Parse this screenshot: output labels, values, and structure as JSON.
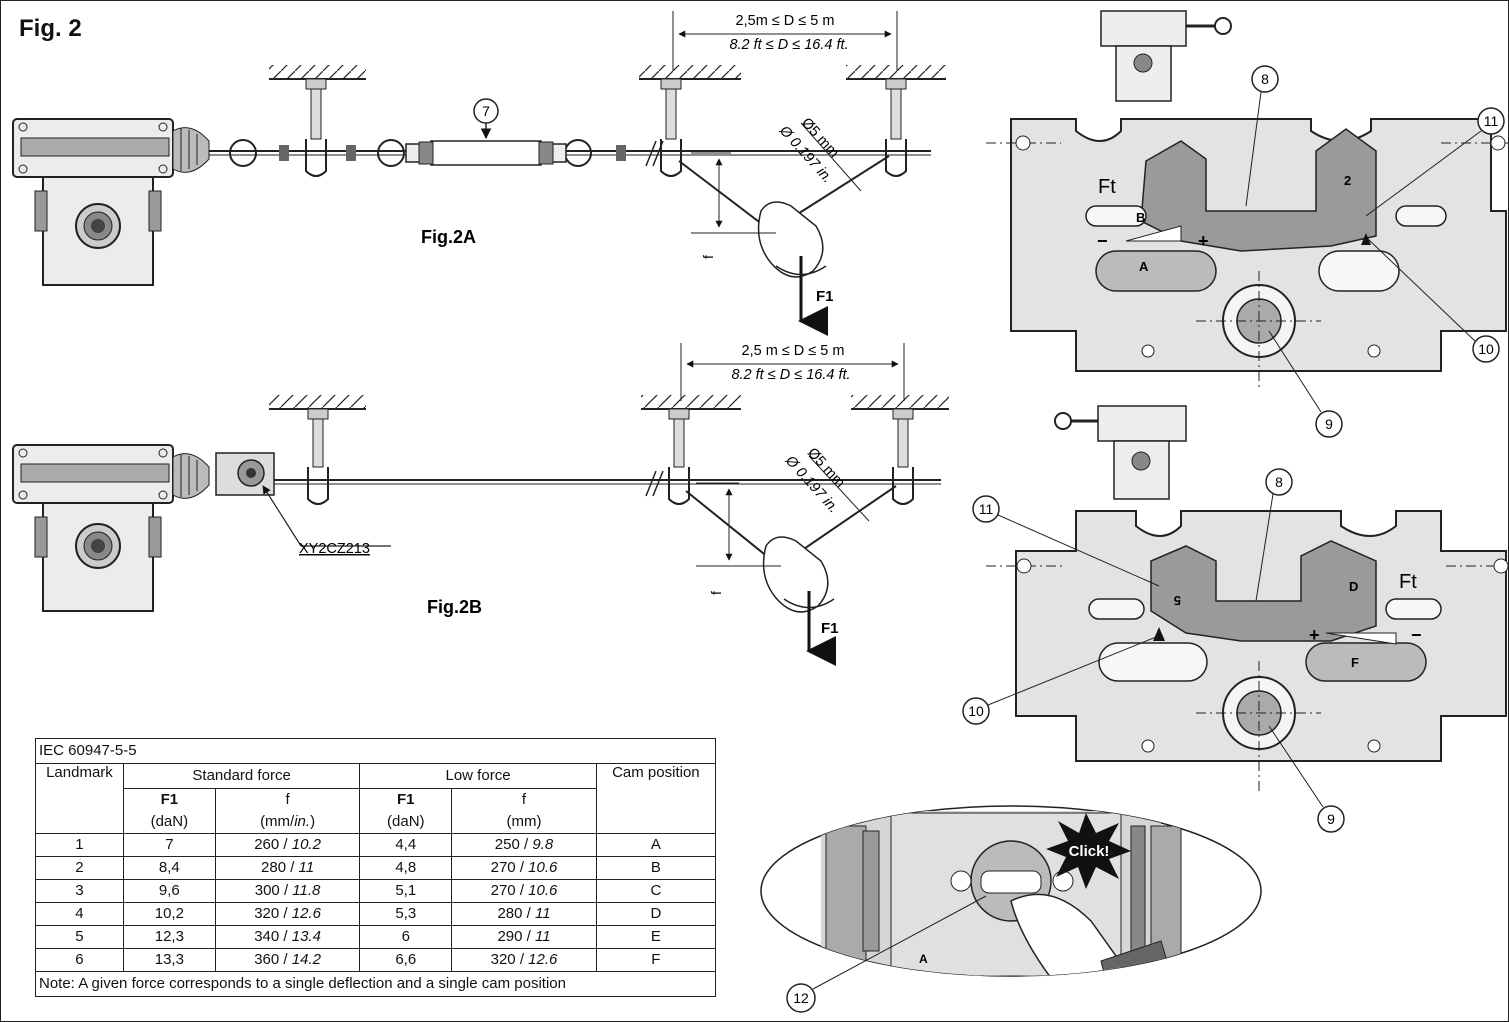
{
  "figure": {
    "title": "Fig. 2"
  },
  "fig2a": {
    "caption": "Fig.2A",
    "distance_metric": "2,5m ≤ D ≤ 5 m",
    "distance_imperial": "8.2 ft ≤ D ≤ 16.4 ft.",
    "diameter_metric": "Ø5 mm",
    "diameter_imperial": "Ø 0.197 in.",
    "callout_tensioner": "7",
    "force_label": "F1",
    "deflection_label": "f"
  },
  "fig2b": {
    "caption": "Fig.2B",
    "distance_metric": "2,5 m ≤ D ≤ 5 m",
    "distance_imperial": "8.2 ft ≤ D ≤ 16.4 ft.",
    "diameter_metric": "Ø5 mm",
    "diameter_imperial": "Ø 0.197 in.",
    "accessory_ref": "XY2CZ213",
    "force_label": "F1",
    "deflection_label": "f"
  },
  "detail_top": {
    "callouts": [
      "8",
      "11",
      "10",
      "9"
    ],
    "ft_label": "Ft",
    "cam_labels": [
      "A",
      "B"
    ],
    "minus": "−",
    "plus": "+",
    "mark": "2"
  },
  "detail_bottom": {
    "callouts": [
      "8",
      "11",
      "10",
      "9"
    ],
    "ft_label": "Ft",
    "cam_labels": [
      "D",
      "F"
    ],
    "minus": "−",
    "plus": "+",
    "mark": "5"
  },
  "click_detail": {
    "click_label": "Click!",
    "callout": "12",
    "cam_label": "A"
  },
  "table": {
    "standard": "IEC 60947-5-5",
    "col_landmark": "Landmark",
    "col_standard": "Standard force",
    "col_low": "Low force",
    "col_cam": "Cam position",
    "sub_f1": "F1",
    "sub_f": "f",
    "unit_dan": "(daN)",
    "unit_mm_in_open": "(mm/",
    "unit_in": "in.",
    "unit_mm_in_close": ")",
    "unit_mm": "(mm)",
    "rows": [
      {
        "landmark": "1",
        "std_f1": "7",
        "std_f_mm": "260 / ",
        "std_f_in": "10.2",
        "low_f1": "4,4",
        "low_f_mm": "250 / ",
        "low_f_in": "9.8",
        "cam": "A"
      },
      {
        "landmark": "2",
        "std_f1": "8,4",
        "std_f_mm": "280 / ",
        "std_f_in": "11",
        "low_f1": "4,8",
        "low_f_mm": "270 / ",
        "low_f_in": "10.6",
        "cam": "B"
      },
      {
        "landmark": "3",
        "std_f1": "9,6",
        "std_f_mm": "300 / ",
        "std_f_in": "11.8",
        "low_f1": "5,1",
        "low_f_mm": "270 / ",
        "low_f_in": "10.6",
        "cam": "C"
      },
      {
        "landmark": "4",
        "std_f1": "10,2",
        "std_f_mm": "320 / ",
        "std_f_in": "12.6",
        "low_f1": "5,3",
        "low_f_mm": "280 / ",
        "low_f_in": "11",
        "cam": "D"
      },
      {
        "landmark": "5",
        "std_f1": "12,3",
        "std_f_mm": "340 / ",
        "std_f_in": "13.4",
        "low_f1": "6",
        "low_f_mm": "290 / ",
        "low_f_in": "11",
        "cam": "E"
      },
      {
        "landmark": "6",
        "std_f1": "13,3",
        "std_f_mm": "360 / ",
        "std_f_in": "14.2",
        "low_f1": "6,6",
        "low_f_mm": "320 / ",
        "low_f_in": "12.6",
        "cam": "F"
      }
    ],
    "note": "Note: A given force corresponds to a single deflection and a single cam position"
  }
}
